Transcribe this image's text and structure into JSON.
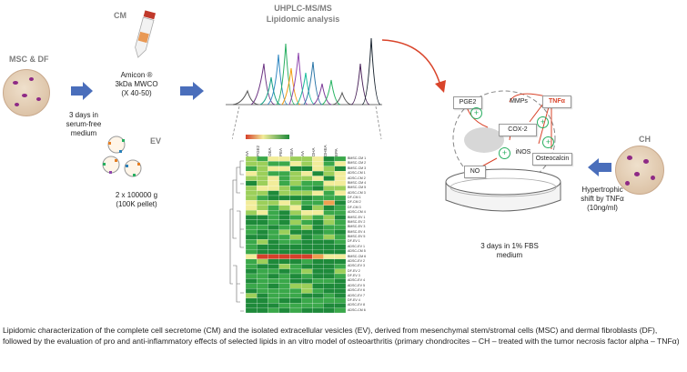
{
  "headers": {
    "msc_df": "MSC & DF",
    "cm": "CM",
    "ev": "EV",
    "ch": "CH",
    "uhplc": "UHPLC-MS/MS",
    "lipidomic": "Lipidomic analysis"
  },
  "labels": {
    "amicon": "Amicon ®",
    "mwco": "3kDa MWCO",
    "conc": "(X 40-50)",
    "three_days": "3 days in",
    "serum_free": "serum-free",
    "medium": "medium",
    "ev_spin": "2 x 100000 g",
    "ev_pellet": "(100K pellet)",
    "fbs_line1": "3 days in 1% FBS",
    "fbs_line2": "medium",
    "hyper1": "Hypertrophic",
    "hyper2": "shift by TNFα",
    "hyper3": "(10ng/ml)"
  },
  "network": {
    "pge2": "PGE2",
    "mmps": "MMPs",
    "tnfa": "TNFα",
    "cox2": "COX-2",
    "inos": "iNOS",
    "osteocalcin": "Osteocalcin",
    "no": "NO",
    "plus": "+"
  },
  "heatmap": {
    "columns": [
      "AA",
      "PGE2",
      "OEA",
      "PEA",
      "SEA",
      "AA",
      "DHA",
      "DHEA",
      "EPA"
    ],
    "rows": [
      "BMSC-CM 1",
      "BMSC-CM 2",
      "BMSC-CM 3",
      "ADSC-CM 1",
      "ADSC-CM 2",
      "BMSC-CM 4",
      "BMSC-CM 5",
      "ADSC-CM 3",
      "DF-CM 1",
      "DF-CM 2",
      "DF-CM 3",
      "ADSC-CM 4",
      "BMSC-EV 1",
      "BMSC-EV 2",
      "BMSC-EV 3",
      "BMSC-EV 4",
      "BMSC-EV 5",
      "DF-EV 1",
      "ADSC-EV 1",
      "ADSC-CM 5",
      "BMSC-CM 6",
      "ADSC-EV 2",
      "ADSC-EV 3",
      "DF-EV 2",
      "DF-EV 3",
      "ADSC-EV 4",
      "ADSC-EV 5",
      "ADSC-EV 6",
      "ADSC-EV 7",
      "DF-EV 4",
      "ADSC-EV 8",
      "ADSC-CM 6"
    ],
    "colors": {
      "dark_green": "#1e8a3a",
      "green": "#3aa84a",
      "light_green": "#9ccf5a",
      "yellow": "#f2ec9a",
      "orange": "#f0a050",
      "red": "#d6402a"
    }
  },
  "caption": "Lipidomic characterization of the complete cell secretome (CM) and the isolated extracellular vesicles (EV), derived from mesenchymal stem/stromal cells (MSC) and dermal fibroblasts (DF), followed by the evaluation of pro and anti-inflammatory effects of selected lipids in an vitro model of osteoarthritis (primary chondrocites – CH – treated with the tumor necrosis factor alpha – TNFα)",
  "colors": {
    "arrow_blue": "#4a6ebb",
    "arrow_red": "#d9442a",
    "header_grey": "#7f7f7f",
    "tnfa_red": "#d9442a"
  }
}
